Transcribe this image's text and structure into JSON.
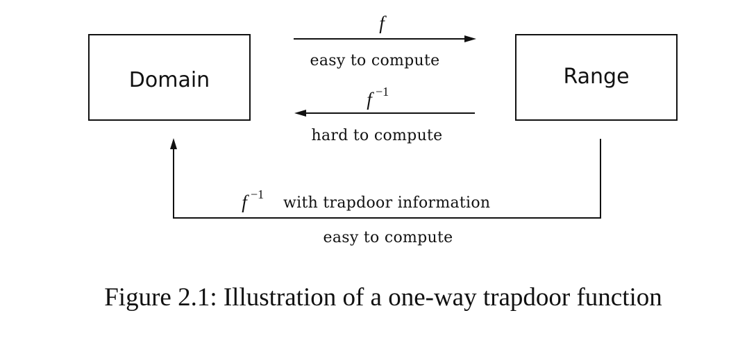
{
  "diagram": {
    "domain_label": "Domain",
    "range_label": "Range",
    "forward_arrow": {
      "symbol": "f",
      "text": "easy to compute"
    },
    "inverse_arrow": {
      "symbol": "f",
      "superscript": "−1",
      "text": "hard to compute"
    },
    "trapdoor_arrow": {
      "symbol": "f",
      "superscript": "−1",
      "label": "with trapdoor information",
      "text": "easy to compute"
    }
  },
  "caption": "Figure 2.1: Illustration of a one-way trapdoor function"
}
